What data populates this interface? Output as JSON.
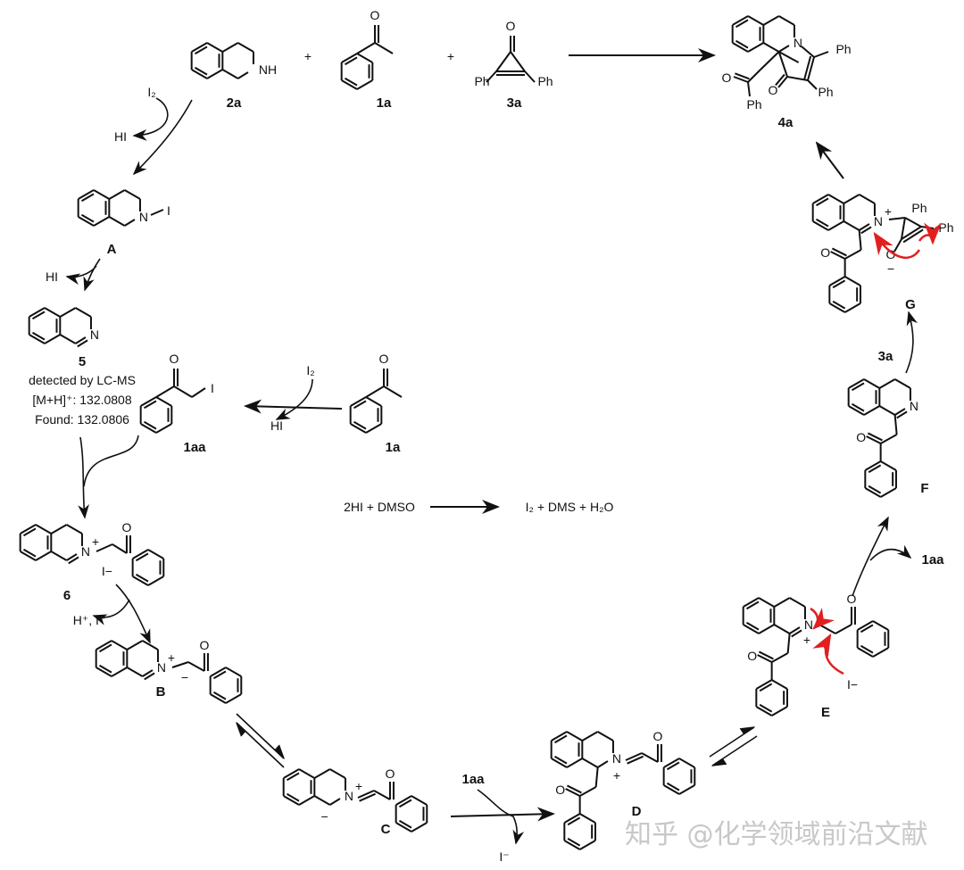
{
  "compounds": {
    "c2a": "2a",
    "c1a": "1a",
    "c3a": "3a",
    "c4a": "4a",
    "A": "A",
    "c5": "5",
    "c1aa": "1aa",
    "c6": "6",
    "B": "B",
    "C": "C",
    "D": "D",
    "E": "E",
    "F": "F",
    "G": "G",
    "c1a_mid": "1a"
  },
  "atoms": {
    "N": "N",
    "NH": "NH",
    "O": "O",
    "Ph": "Ph",
    "I": "I",
    "plus": "+",
    "minus": "−",
    "iminus": "I−"
  },
  "reagents": {
    "plus": "+",
    "i2": "I₂",
    "hi": "HI",
    "h_i": "H⁺, I⁻",
    "i_minus": "I⁻",
    "r1aa": "1aa",
    "r3a": "3a"
  },
  "lcms": {
    "line1": "detected by LC-MS",
    "line2": "[M+H]⁺: 132.0808",
    "line3": "Found: 132.0806"
  },
  "equation": {
    "left": "2HI  +  DMSO",
    "right": "I₂  +  DMS  +  H₂O"
  },
  "watermark": "知乎 @化学领域前沿文献",
  "colors": {
    "bond": "#111111",
    "electron_arrow": "#e02020",
    "watermark": "#c8c8c8"
  }
}
